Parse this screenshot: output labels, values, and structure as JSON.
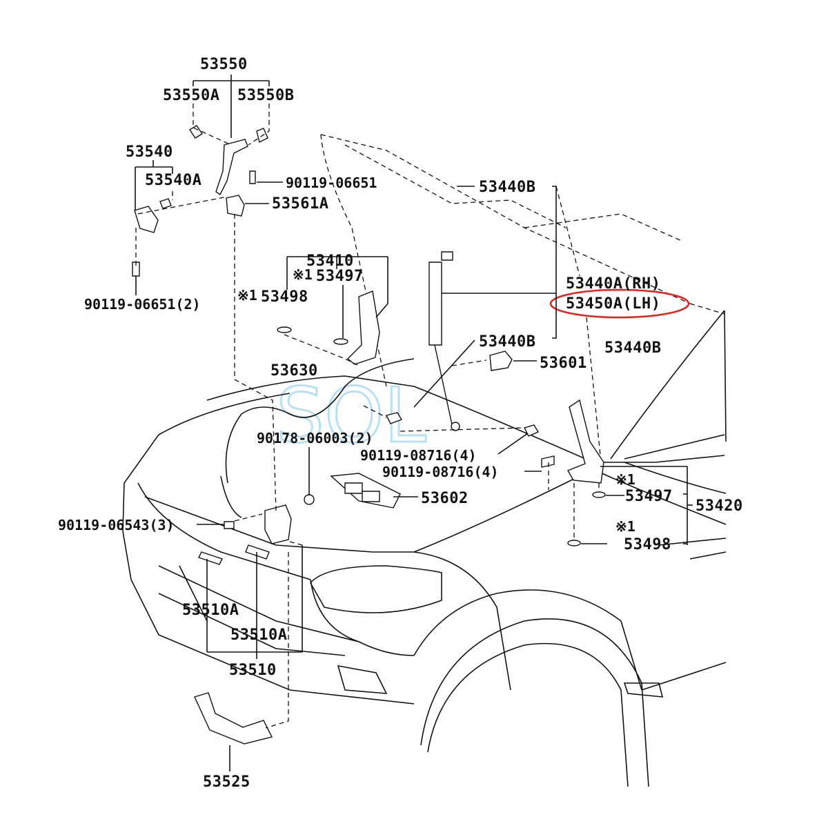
{
  "labels": {
    "l53550": "53550",
    "l53550A": "53550A",
    "l53550B": "53550B",
    "l53540": "53540",
    "l53540A": "53540A",
    "l90119_06651": "90119-06651",
    "l53561A": "53561A",
    "l90119_06651_2": "90119-06651(2)",
    "l53410": "53410",
    "l53497_top": "53497",
    "l53498_top": "53498",
    "mark_top_a": "※1",
    "mark_top_b": "※1",
    "l53440B_top": "53440B",
    "l53440A_RH": "53440A(RH)",
    "l53450A_LH": "53450A(LH)",
    "l53440B_mid": "53440B",
    "l53440B_right": "53440B",
    "l53601": "53601",
    "l53630": "53630",
    "l90178_06003": "90178-06003(2)",
    "l90119_08716_a": "90119-08716(4)",
    "l90119_08716_b": "90119-08716(4)",
    "l53602": "53602",
    "l90119_06543": "90119-06543(3)",
    "mark_right_a": "※1",
    "l53497_right": "53497",
    "l53420": "53420",
    "mark_right_b": "※1",
    "l53498_right": "53498",
    "l53510A_a": "53510A",
    "l53510A_b": "53510A",
    "l53510": "53510",
    "l53525": "53525"
  },
  "watermark": "SOL",
  "colors": {
    "line": "#111111",
    "highlight": "#e8201a",
    "watermark": "#7fc8e8"
  }
}
